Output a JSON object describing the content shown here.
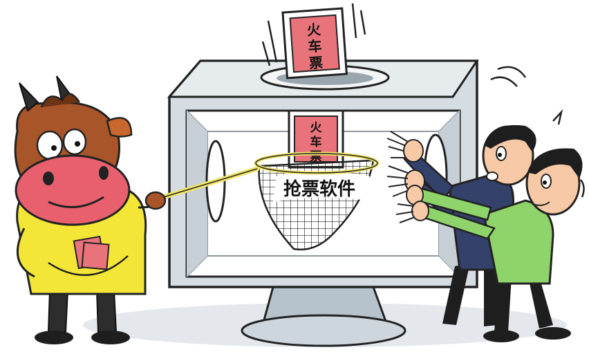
{
  "cartoon": {
    "ticket_top": "火车票",
    "ticket_inside": "火车票",
    "net_label": "抢票软件"
  },
  "colors": {
    "monitor_frame": "#d6dde2",
    "screen": "#ffffff",
    "ticket": "#e8737a",
    "cow_body": "#a8552a",
    "cow_snout": "#e8606e",
    "cow_shirt": "#f4e637",
    "man_dark": "#33416b",
    "man_green": "#8fd46a"
  }
}
